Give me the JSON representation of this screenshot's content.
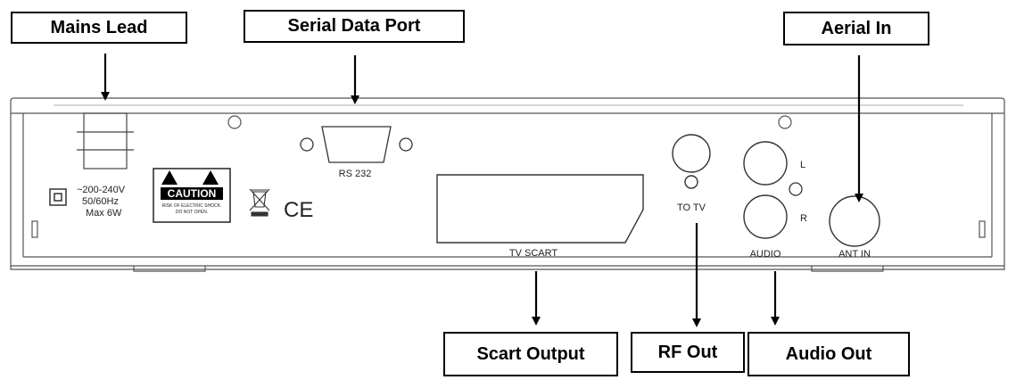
{
  "callouts": {
    "mains_lead": "Mains Lead",
    "serial_data_port": "Serial Data Port",
    "aerial_in": "Aerial In",
    "scart_output": "Scart Output",
    "rf_out": "RF Out",
    "audio_out": "Audio Out"
  },
  "panel": {
    "power_line1": "~200-240V",
    "power_line2": "50/60Hz",
    "power_line3": "Max 6W",
    "caution": "CAUTION",
    "caution_line1": "RISK OF ELECTRIC SHOCK.",
    "caution_line2": "DO NOT OPEN.",
    "ce_mark": "CE",
    "rs232": "RS 232",
    "tv_scart": "TV SCART",
    "to_tv": "TO TV",
    "audio": "AUDIO",
    "audio_left": "L",
    "audio_right": "R",
    "ant_in": "ANT IN"
  }
}
